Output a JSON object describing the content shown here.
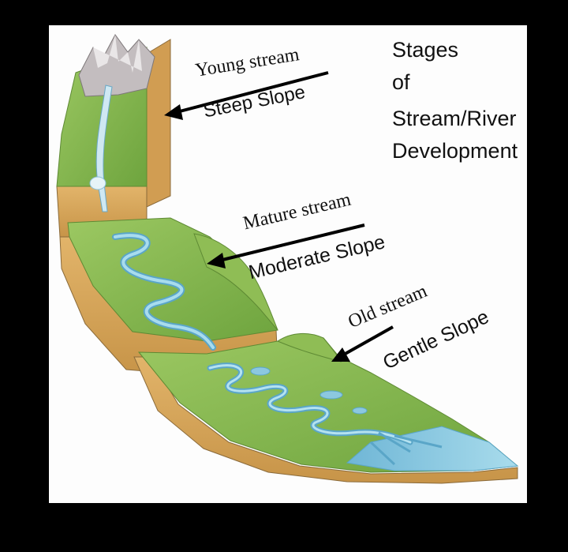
{
  "title": {
    "line1": "Stages",
    "line2": "of",
    "line3": "Stream/River",
    "line4": "Development"
  },
  "stages": [
    {
      "stream": "Young stream",
      "slope": "Steep Slope"
    },
    {
      "stream": "Mature stream",
      "slope": "Moderate Slope"
    },
    {
      "stream": "Old stream",
      "slope": "Gentle Slope"
    }
  ],
  "colors": {
    "background": "#000000",
    "panel": "#fdfdfd",
    "land_green": "#7fb24a",
    "land_light_green": "#a9cf6e",
    "soil": "#d9a85c",
    "soil_dark": "#b98a46",
    "water": "#8cc8e0",
    "water_dark": "#5aa6c8",
    "mountain": "#b9b4b6",
    "arrow": "#000000"
  }
}
